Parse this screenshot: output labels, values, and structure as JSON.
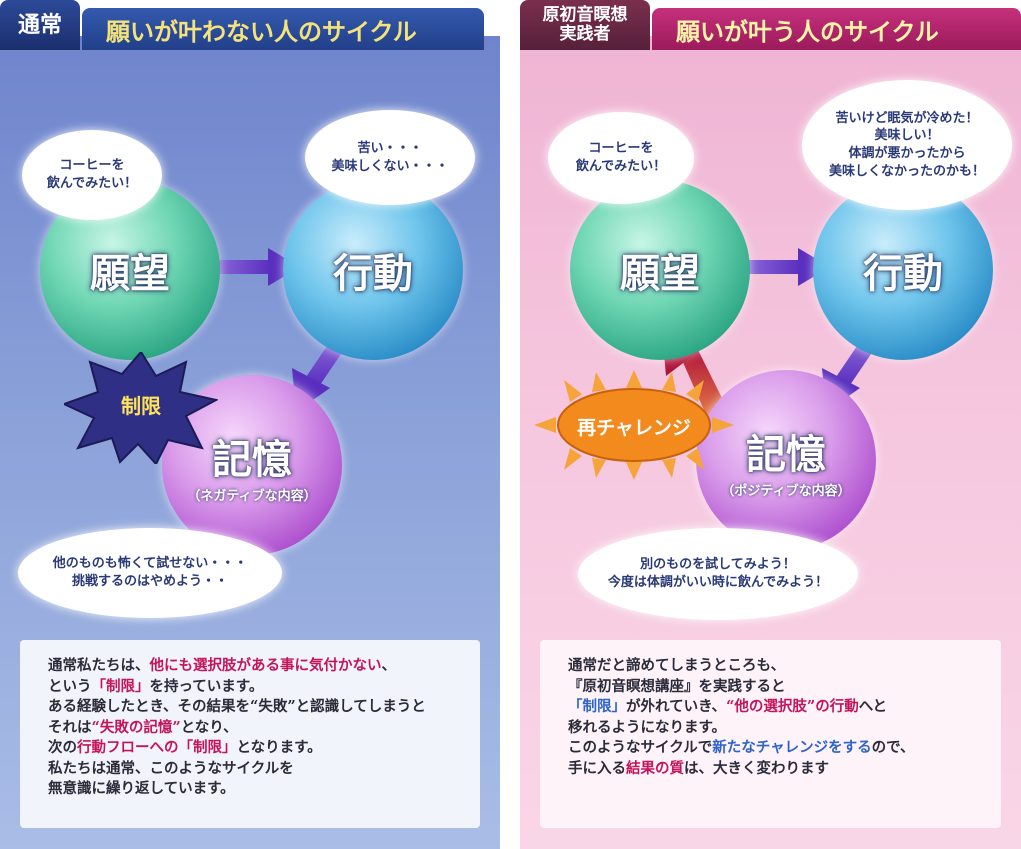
{
  "left": {
    "tag": "通常",
    "title": "願いが叶わない人のサイクル",
    "nodes": {
      "wish": "願望",
      "action": "行動",
      "memory": "記憶",
      "memory_sub": "（ネガティブな内容）"
    },
    "bubbles": {
      "wish": [
        "コーヒーを",
        "飲んでみたい！"
      ],
      "action": [
        "苦い・・・",
        "美味しくない・・・"
      ],
      "memory": [
        "他のものも怖くて試せない・・・",
        "挑戦するのはやめよう・・"
      ]
    },
    "limit_badge": "制限",
    "text": {
      "l1a": "通常私たちは、",
      "l1b": "他にも選択肢がある事に気付かない",
      "l1c": "、",
      "l2a": "という",
      "l2b": "「制限」",
      "l2c": "を持っています。",
      "l3": "ある経験したとき、その結果を“失敗”と認識してしまうと",
      "l4a": "それは",
      "l4b": "“失敗の記憶”",
      "l4c": "となり、",
      "l5a": "次の",
      "l5b": "行動フローへの",
      "l5c": "「制限」",
      "l5d": "となります。",
      "l6": "私たちは通常、このようなサイクルを",
      "l7": "無意識に繰り返しています。"
    }
  },
  "right": {
    "tag": [
      "原初音瞑想",
      "実践者"
    ],
    "title": "願いが叶う人のサイクル",
    "nodes": {
      "wish": "願望",
      "action": "行動",
      "memory": "記憶",
      "memory_sub": "（ポジティブな内容）"
    },
    "bubbles": {
      "wish": [
        "コーヒーを",
        "飲んでみたい！"
      ],
      "action": [
        "苦いけど眠気が冷めた！",
        "美味しい！",
        "体調が悪かったから",
        "美味しくなかったのかも！"
      ],
      "memory": [
        "別のものを試してみよう！",
        "今度は体調がいい時に飲んでみよう！"
      ]
    },
    "retry_badge": "再チャレンジ",
    "text": {
      "l1": "通常だと諦めてしまうところも、",
      "l2": "『原初音瞑想講座』を実践すると",
      "l3a": "「制限」",
      "l3b": "が外れていき、",
      "l3c": "“他の選択肢”の行動",
      "l3d": "へと",
      "l4": "移れるようになります。",
      "l5a": "このようなサイクルで",
      "l5b": "新たなチャレンジをする",
      "l5c": "ので、",
      "l6a": "手に入る",
      "l6b": "結果の質",
      "l6c": "は、大きく変わります"
    }
  },
  "colors": {
    "arrow": "#6a3fc4",
    "retry_arrow_top": "#b0143a",
    "retry_arrow_bottom": "#f6a04a",
    "limit_star": "#2f2f86",
    "retry_sun": "#f28a1e",
    "highlight_red": "#c4145b",
    "highlight_blue": "#2e64c8"
  }
}
